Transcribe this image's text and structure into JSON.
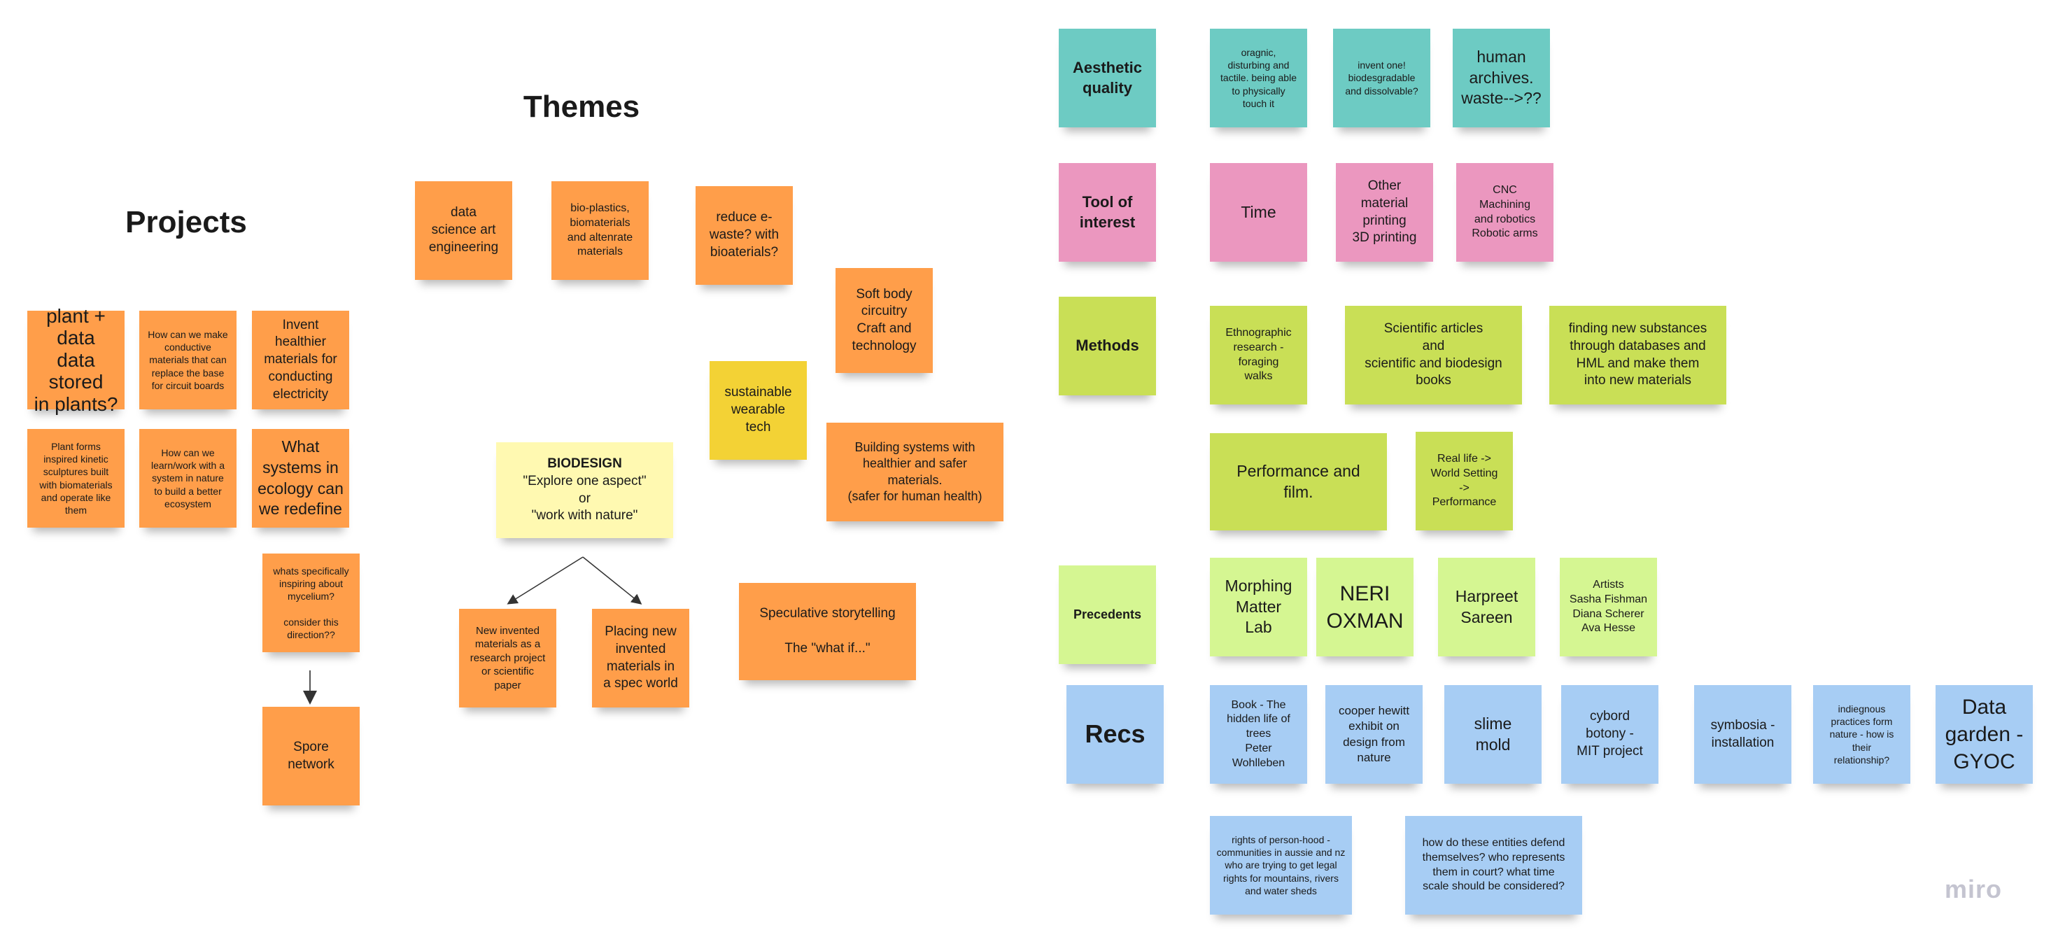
{
  "titles": {
    "themes": "Themes",
    "projects": "Projects"
  },
  "projects": [
    "plant +\ndata\ndata stored\nin plants?",
    "How can we make\nconductive\nmaterials that can\nreplace the base\nfor circuit boards",
    "Invent\nhealthier\nmaterials for\nconducting\nelectricity",
    "Plant forms\ninspired kinetic\nsculptures built\nwith biomaterials\nand operate like\nthem",
    "How can we\nlearn/work with a\nsystem in nature\nto build a better\necosystem",
    "What\nsystems in\necology can\nwe redefine",
    "whats specifically\ninspiring about\nmycelium?\n\nconsider this\ndirection??",
    "Spore\nnetwork"
  ],
  "themes": {
    "notes": [
      "data\nscience art\nengineering",
      "bio-plastics,\nbiomaterials\nand altenrate\nmaterials",
      "reduce e-\nwaste? with\nbioaterials?",
      "Soft body\ncircuitry\nCraft and\ntechnology",
      "sustainable\nwearable\ntech",
      "Building systems with\nhealthier and safer\nmaterials.\n(safer for human health)",
      "New invented\nmaterials as a\nresearch project\nor scientific\npaper",
      "Placing new\ninvented\nmaterials in\na spec world",
      "Speculative storytelling\n\nThe \"what if...\""
    ],
    "biodesign": {
      "heading": "BIODESIGN",
      "body": "\"Explore one aspect\"\nor\n\"work with nature\""
    }
  },
  "categories": {
    "aesthetic": {
      "label": "Aesthetic\nquality",
      "notes": [
        "oragnic,\ndisturbing and\ntactile. being able\nto physically\ntouch it",
        "invent one!\nbiodesgradable\nand dissolvable?",
        "human\narchives.\nwaste-->??"
      ]
    },
    "tool": {
      "label": "Tool of\ninterest",
      "notes": [
        "Time",
        "Other\nmaterial\nprinting\n3D printing",
        "CNC\nMachining\nand robotics\nRobotic arms"
      ]
    },
    "methods": {
      "label": "Methods",
      "notes": [
        "Ethnographic\nresearch -\nforaging\nwalks",
        "Scientific articles\nand\nscientific and biodesign\nbooks",
        "finding new substances\nthrough databases and\nHML and make them\ninto new materials",
        "Performance and\nfilm.",
        "Real life ->\nWorld Setting\n->\nPerformance"
      ]
    },
    "precedents": {
      "label": "Precedents",
      "notes": [
        "Morphing\nMatter\nLab",
        "NERI\nOXMAN",
        "Harpreet\nSareen",
        "Artists\nSasha Fishman\nDiana Scherer\nAva Hesse"
      ]
    },
    "recs": {
      "label": "Recs",
      "notes": [
        "Book - The\nhidden life of\ntrees\nPeter\nWohlleben",
        "cooper hewitt\nexhibit on\ndesign from\nnature",
        "slime\nmold",
        "cybord\nbotony -\nMIT project",
        "symbosia -\ninstallation",
        "indiegnous\npractices form\nnature - how is\ntheir\nrelationship?",
        "Data\ngarden -\nGYOC",
        "rights of person-hood -\ncommunities in aussie and nz\nwho are trying to get legal\nrights for mountains, rivers\nand water sheds",
        "how do these entities defend\nthemselves? who represents\nthem in court? what time\nscale should be considered?"
      ]
    }
  },
  "brand": "miro"
}
